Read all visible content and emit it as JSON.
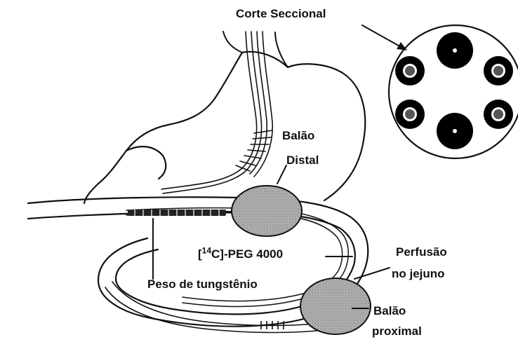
{
  "labels": {
    "cross_section": "Corte Seccional",
    "distal_balloon_line1": "Balão",
    "distal_balloon_line2": "Distal",
    "peg_open_bracket": "[",
    "peg_superscript": "14",
    "peg_rest": "C]-PEG 4000",
    "perfusion_line1": "Perfusão",
    "perfusion_line2": "no jejuno",
    "tungsten_weight": "Peso de tungstênio",
    "proximal_balloon_line1": "Balão",
    "proximal_balloon_line2": "proximal"
  },
  "colors": {
    "ink": "#111111",
    "balloon_fill": "#a9a9a9",
    "lumen_fill": "#000000"
  }
}
